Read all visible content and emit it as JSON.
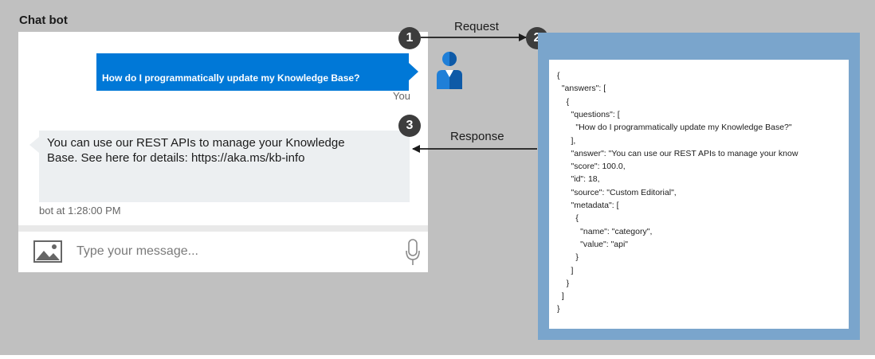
{
  "chat": {
    "title": "Chat bot",
    "user_message": "How do I programmatically update my Knowledge Base?",
    "user_label": "You",
    "bot_message_line1": "You can use our REST APIs to manage your Knowledge",
    "bot_message_line2": "Base. See here for details: https://aka.ms/kb-info",
    "bot_timestamp": "bot at 1:28:00 PM",
    "input_placeholder": "Type your message..."
  },
  "steps": [
    "1",
    "2",
    "3"
  ],
  "arrows": {
    "request_label": "Request",
    "response_label": "Response"
  },
  "json_response": [
    "{",
    "  \"answers\": [",
    "    {",
    "      \"questions\": [",
    "        \"How do I programmatically update my Knowledge Base?\"",
    "      ],",
    "      \"answer\": \"You can use our REST APIs to manage your know",
    "      \"score\": 100.0,",
    "      \"id\": 18,",
    "      \"source\": \"Custom Editorial\",",
    "      \"metadata\": [",
    "        {",
    "          \"name\": \"category\",",
    "          \"value\": \"api\"",
    "        }",
    "      ]",
    "    }",
    "  ]",
    "}"
  ],
  "colors": {
    "background": "#c0c0c0",
    "user_bubble": "#0078d7",
    "bot_bubble": "#eceff1",
    "api_frame": "#7aa5cc",
    "step_badge": "#3d3d3d"
  },
  "icons": {
    "avatar": "user-avatar-icon",
    "image": "image-upload-icon",
    "mic": "microphone-icon"
  }
}
